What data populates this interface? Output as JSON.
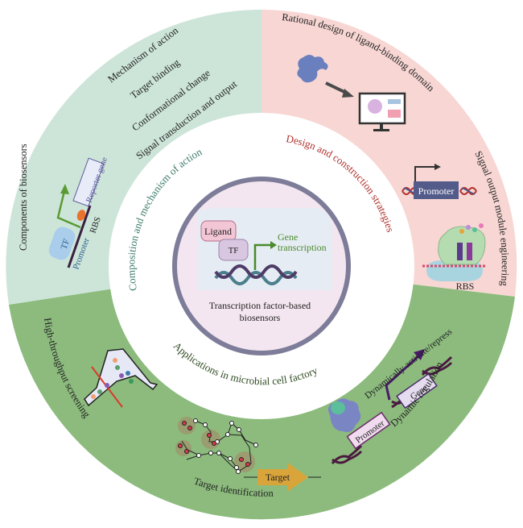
{
  "colors": {
    "composition_sector": "#cde5d9",
    "design_sector": "#f7d6d3",
    "applications_sector": "#8cbb7d",
    "center_ring_stroke": "#7d7c99",
    "center_fill": "#f4e6f0",
    "center_inner_fill": "#e6ecf4",
    "composition_label_color": "#3b7a6a",
    "design_label_color": "#b0302c",
    "applications_label_color": "#2f4a22",
    "gene_transcription_color": "#4a8a2a"
  },
  "center": {
    "title_line1": "Transcription factor-based",
    "title_line2": "biosensors",
    "ligand_label": "Ligand",
    "tf_label": "TF",
    "gene_transcription_line1": "Gene",
    "gene_transcription_line2": "transcription"
  },
  "inner_ring_labels": {
    "composition": "Composition and mechanism of action",
    "design": "Design and construction strategies",
    "applications": "Applications in microbial cell factory"
  },
  "composition_sector": {
    "mechanism_items": [
      "Mechanism of action",
      "Target binding",
      "Conformational change",
      "Signal transduction and output"
    ],
    "components_title": "Components of biosensors",
    "components_labels": {
      "tf": "TF",
      "promoter": "Promoter",
      "rbs": "RBS",
      "reporter_gene": "Reporter gene"
    }
  },
  "design_sector": {
    "rational_design_title": "Rational design of ligand-binding domain",
    "signal_output_title": "Signal output module engineering",
    "promoter_label": "Promoter",
    "rbs_label": "RBS"
  },
  "applications_sector": {
    "hts_title": "High-throughput screening",
    "target_identification_title": "Target identification",
    "target_label": "Target",
    "dynamic_regulation_title": "Dynamic regulation",
    "dynamic_activate_label": "Dynamically activate/repress",
    "promoter_label": "Promoter",
    "gene_label": "Gene"
  }
}
